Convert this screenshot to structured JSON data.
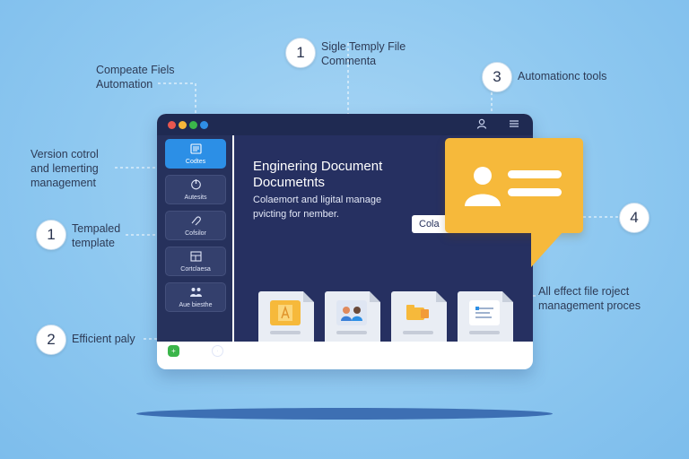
{
  "callouts": {
    "top_left": "Compeate Fiels\nAutomation",
    "left_1": "Version cotrol\nand lemerting\nmanagement",
    "badge_1_left": "1",
    "left_2": "Tempaled\ntemplate",
    "badge_2": "2",
    "left_3": "Efficient paly",
    "badge_1_top": "1",
    "top_center": "Sigle Temply File\nCommenta",
    "badge_3": "3",
    "top_right": "Automationc tools",
    "badge_4": "4",
    "right_bottom": "All effect file roject\nmanagement proces"
  },
  "window": {
    "traffic_colors": [
      "#e8574f",
      "#f5b53a",
      "#3bb54a",
      "#2f8ee5"
    ],
    "titlebar_icons": [
      "user-icon",
      "menu-icon"
    ],
    "sidebar": [
      {
        "label": "Codtes",
        "icon": "document-icon",
        "active": true
      },
      {
        "label": "Autesits",
        "icon": "power-icon",
        "active": false
      },
      {
        "label": "Cofsilor",
        "icon": "link-icon",
        "active": false
      },
      {
        "label": "Cortclaesa",
        "icon": "layout-icon",
        "active": false
      },
      {
        "label": "Aue biesthe",
        "icon": "people-icon",
        "active": false
      }
    ],
    "main": {
      "title": "Enginering Document\nDocumetnts",
      "description": "Colaemort and ligital manage\npvicting for nember.",
      "button": "Cola"
    },
    "documents": [
      "image-file-icon",
      "people-file-icon",
      "folder-file-icon",
      "list-file-icon"
    ]
  },
  "colors": {
    "accent": "#2c8fe6",
    "navy": "#263061",
    "bubble": "#f6b93b"
  }
}
